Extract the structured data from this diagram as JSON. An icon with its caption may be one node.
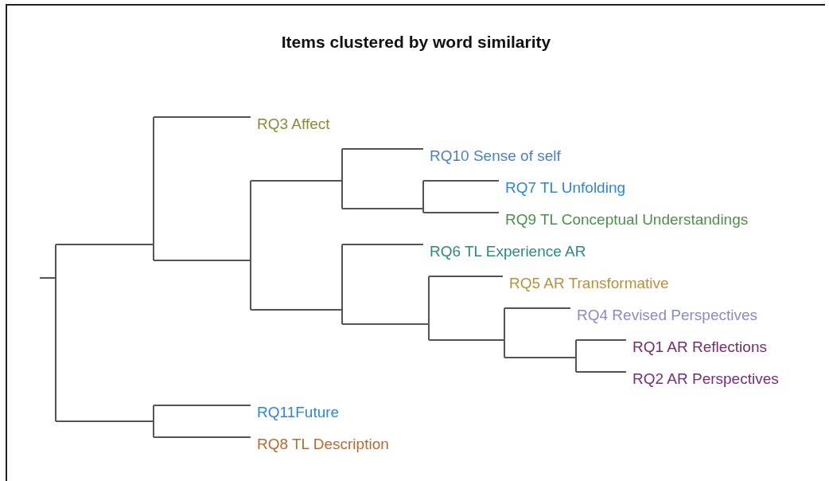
{
  "diagram": {
    "title": "Items clustered by word similarity",
    "labels": [
      "RQ3 Affect",
      "RQ10 Sense of self",
      "RQ7 TL Unfolding",
      "RQ9 TL Conceptual Understandings",
      "RQ6 TL Experience AR",
      "RQ5 AR Transformative",
      "RQ4 Revised Perspectives",
      "RQ1 AR Reflections",
      "RQ2 AR Perspectives",
      "RQ11Future",
      "RQ8 TL Description"
    ]
  }
}
